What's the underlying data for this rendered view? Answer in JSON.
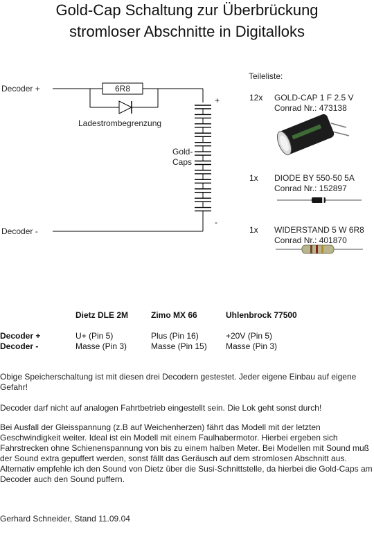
{
  "title_line1": "Gold-Cap Schaltung zur Überbrückung",
  "title_line2": "stromloser Abschnitte in Digitalloks",
  "schematic": {
    "decoder_plus": "Decoder +",
    "decoder_minus": "Decoder -",
    "resistor": "6R8",
    "diode_label": "Ladestrombegrenzung",
    "caps_label_1": "Gold-",
    "caps_label_2": "Caps",
    "plus_sign": "+",
    "minus_sign": "-"
  },
  "parts": {
    "heading": "Teileliste:",
    "items": [
      {
        "qty": "12x",
        "name": "GOLD-CAP 1 F 2.5 V",
        "order": "Conrad Nr.: 473138"
      },
      {
        "qty": "1x",
        "name": "DIODE BY 550-50 5A",
        "order": "Conrad Nr.: 152897"
      },
      {
        "qty": "1x",
        "name": "WIDERSTAND 5 W 6R8",
        "order": "Conrad Nr.: 401870"
      }
    ]
  },
  "table": {
    "headers": [
      "Dietz DLE 2M",
      "Zimo MX 66",
      "Uhlenbrock 77500"
    ],
    "rows": [
      {
        "label": "Decoder +",
        "cells": [
          "U+ (Pin 5)",
          "Plus (Pin 16)",
          "+20V (Pin 5)"
        ]
      },
      {
        "label": "Decoder -",
        "cells": [
          "Masse (Pin 3)",
          "Masse (Pin 15)",
          "Masse (Pin 3)"
        ]
      }
    ]
  },
  "paragraphs": [
    "Obige Speicherschaltung ist mit diesen drei Decodern gestestet. Jeder eigene Einbau auf eigene Gefahr!",
    "Decoder darf nicht auf analogen Fahrtbetrieb eingestellt sein. Die Lok geht sonst durch!",
    "Bei Ausfall der Gleisspannung (z.B auf Weichenherzen) fährt das Modell mit der letzten Geschwindigkeit weiter. Ideal ist ein Modell mit einem Faulhabermotor. Hierbei ergeben sich Fahrstrecken ohne Schienenspannung von bis zu einem halben Meter. Bei Modellen mit Sound muß der Sound extra gepuffert werden, sonst fällt das Geräusch auf dem stromlosen Abschnitt aus. Alternativ empfehle ich den Sound von Dietz über die Susi-Schnittstelle, da hierbei die Gold-Caps am Decoder auch den Sound puffern."
  ],
  "footer": "Gerhard Schneider, Stand 11.09.04"
}
